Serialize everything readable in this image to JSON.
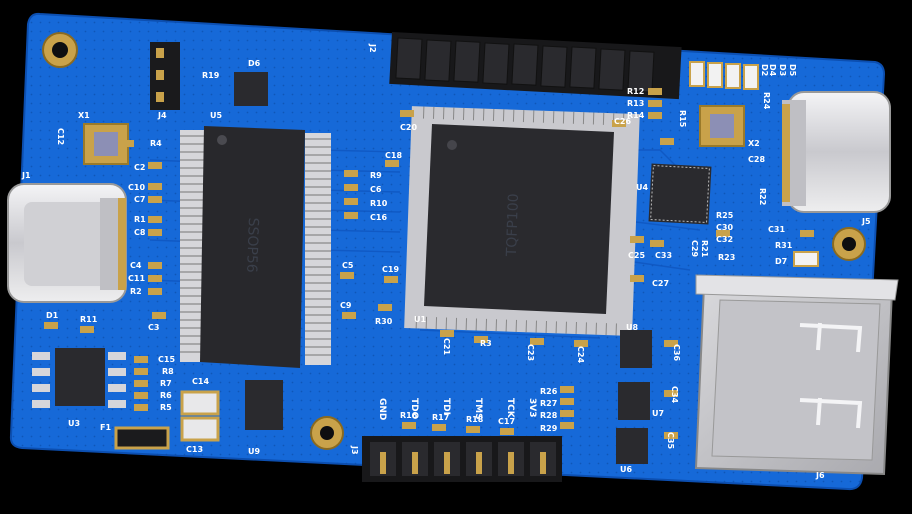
{
  "board": {
    "colors": {
      "pcb": "#1669d8",
      "pcb_dark": "#0f55b8",
      "chip": "#2a2a2e",
      "gold": "#c9a24a",
      "silver": "#d8d8dc"
    }
  },
  "chips": {
    "u5_marking": "SSOP56",
    "u1_marking": "TQFP100"
  },
  "jtag_pins": [
    "GND",
    "TDO",
    "TDI",
    "TMS",
    "TCK",
    "3V3"
  ],
  "labels": [
    "J2",
    "J4",
    "R19",
    "D6",
    "U5",
    "X1",
    "C12",
    "R4",
    "C20",
    "C18",
    "R9",
    "C6",
    "R10",
    "C16",
    "R12",
    "R13",
    "R14",
    "C26",
    "R15",
    "D2",
    "D3",
    "D4",
    "D5",
    "R24",
    "X2",
    "C28",
    "U4",
    "R25",
    "R22",
    "C30",
    "C29",
    "C33",
    "C25",
    "R21",
    "R23",
    "C32",
    "J5",
    "C31",
    "R31",
    "D7",
    "J1",
    "C2",
    "C10",
    "C7",
    "R1",
    "C8",
    "C4",
    "C11",
    "R2",
    "C3",
    "C5",
    "C19",
    "C9",
    "R30",
    "U1",
    "C27",
    "C21",
    "R3",
    "C23",
    "C24",
    "U8",
    "C36",
    "C34",
    "U7",
    "C35",
    "U6",
    "R26",
    "R27",
    "R28",
    "R29",
    "J6",
    "D1",
    "R11",
    "C15",
    "R8",
    "R7",
    "R6",
    "R5",
    "C14",
    "U3",
    "F1",
    "C13",
    "U9",
    "J3",
    "R16",
    "R17",
    "R18",
    "C17"
  ]
}
